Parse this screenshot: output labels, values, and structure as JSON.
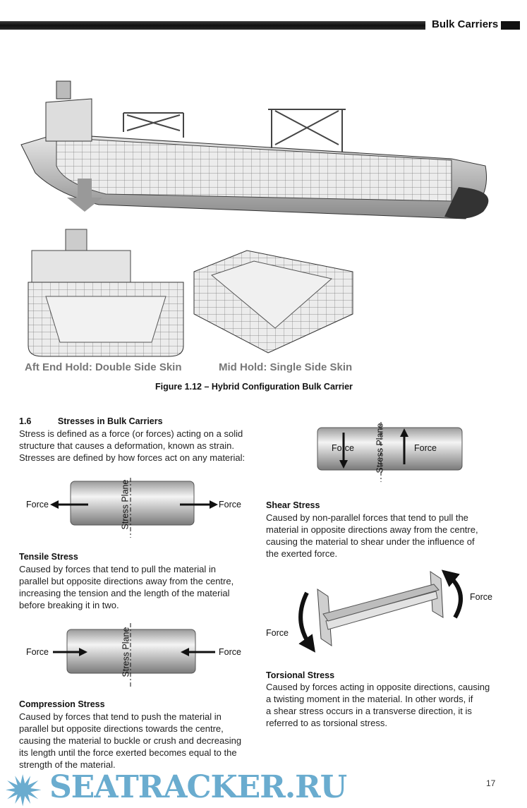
{
  "header": {
    "title": "Bulk Carriers"
  },
  "figure": {
    "caption_aft": "Aft End Hold: Double Side Skin",
    "caption_mid": "Mid Hold: Single Side Skin",
    "caption": "Figure 1.12 – Hybrid Configuration Bulk Carrier"
  },
  "section": {
    "number": "1.6",
    "title": "Stresses in Bulk Carriers",
    "intro": [
      "Stress is defined as a force (or forces) acting on a solid",
      "structure that causes a deformation, known as strain.",
      "Stresses are defined by how forces act on any material:"
    ]
  },
  "diagram_labels": {
    "force": "Force",
    "stress_plane": "Stress Plane"
  },
  "tensile": {
    "title": "Tensile Stress",
    "text": [
      "Caused by forces that tend to pull the material in",
      "parallel but opposite directions away from the centre,",
      "increasing the tension and the length of the material",
      "before breaking it in two."
    ]
  },
  "compression": {
    "title": "Compression Stress",
    "text": [
      "Caused by forces that tend to push the material in",
      "parallel but opposite directions towards the centre,",
      "causing the material to buckle or crush and decreasing",
      "its length until the force exerted becomes equal to the",
      "strength of the material."
    ]
  },
  "shear": {
    "title": "Shear Stress",
    "text": [
      "Caused by non-parallel forces that tend to pull the",
      "material in opposite directions away from the centre,",
      "causing the material to shear under the influence of",
      "the exerted force."
    ]
  },
  "torsional": {
    "title": "Torsional Stress",
    "text": [
      "Caused by forces acting in opposite directions, causing",
      "a twisting moment in the material. In other words, if",
      "a shear stress occurs in a transverse direction, it is",
      "referred to as torsional stress."
    ]
  },
  "watermark": "SEATRACKER.RU",
  "page_number": "17",
  "colors": {
    "watermark": "#6aaccf"
  }
}
